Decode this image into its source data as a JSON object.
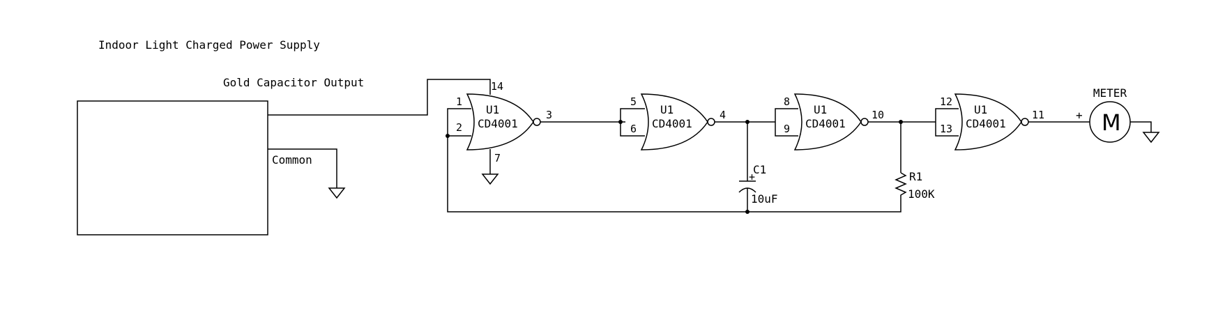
{
  "title": "Indoor Light Charged Power Supply",
  "supply": {
    "output_label": "Gold Capacitor Output",
    "common_label": "Common"
  },
  "gates": [
    {
      "ref": "U1",
      "part": "CD4001",
      "in_a": "1",
      "in_b": "2",
      "out": "3",
      "vdd": "14",
      "vss": "7"
    },
    {
      "ref": "U1",
      "part": "CD4001",
      "in_a": "5",
      "in_b": "6",
      "out": "4"
    },
    {
      "ref": "U1",
      "part": "CD4001",
      "in_a": "8",
      "in_b": "9",
      "out": "10"
    },
    {
      "ref": "U1",
      "part": "CD4001",
      "in_a": "12",
      "in_b": "13",
      "out": "11"
    }
  ],
  "capacitor": {
    "ref": "C1",
    "value": "10uF",
    "polarity": "+"
  },
  "resistor": {
    "ref": "R1",
    "value": "100K"
  },
  "meter": {
    "label": "METER",
    "symbol": "M",
    "polarity": "+"
  }
}
